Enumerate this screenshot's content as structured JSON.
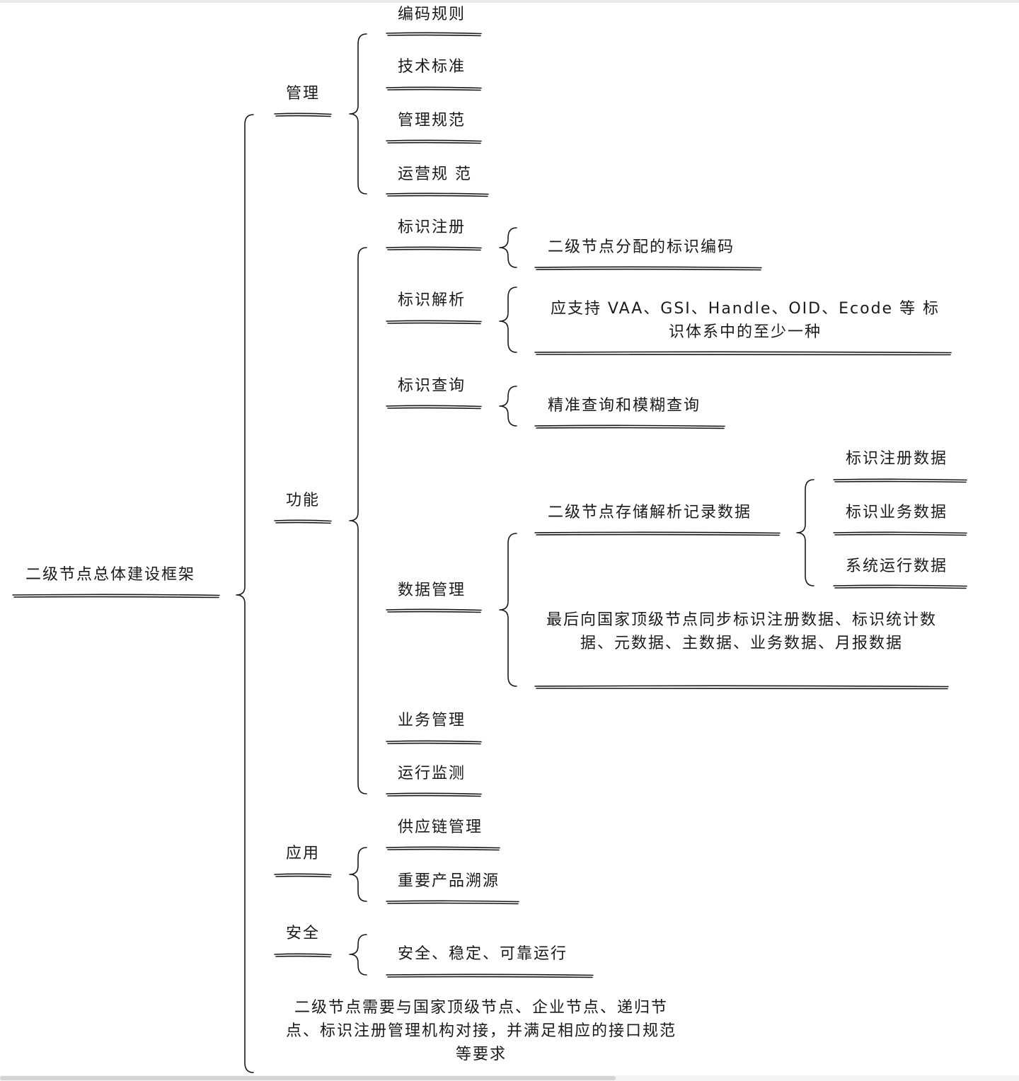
{
  "root": {
    "label": "二级节点总体建设框架"
  },
  "branches": {
    "management": {
      "label": "管理",
      "items": [
        "编码规则",
        "技术标准",
        "管理规范",
        "运营规 范"
      ]
    },
    "function": {
      "label": "功能",
      "items": {
        "registration": {
          "label": "标识注册",
          "detail": "二级节点分配的标识编码"
        },
        "resolution": {
          "label": "标识解析",
          "detail": "应支持 VAA、GSI、Handle、OID、Ecode 等 标识体系中的至少一种"
        },
        "query": {
          "label": "标识查询",
          "detail": "精准查询和模糊查询"
        },
        "data_management": {
          "label": "数据管理",
          "storage": {
            "label": "二级节点存储解析记录数据",
            "items": [
              "标识注册数据",
              "标识业务数据",
              "系统运行数据"
            ]
          },
          "sync": "最后向国家顶级节点同步标识注册数据、标识统计数据、元数据、主数据、业务数据、月报数据"
        },
        "business": {
          "label": "业务管理"
        },
        "monitoring": {
          "label": "运行监测"
        }
      }
    },
    "application": {
      "label": "应用",
      "items": [
        "供应链管理",
        "重要产品溯源"
      ]
    },
    "security": {
      "label": "安全",
      "detail": "安全、稳定、可靠运行"
    },
    "interface": {
      "text": "二级节点需要与国家顶级节点、企业节点、递归节点、标识注册管理机构对接，并满足相应的接口规范等要求"
    }
  }
}
